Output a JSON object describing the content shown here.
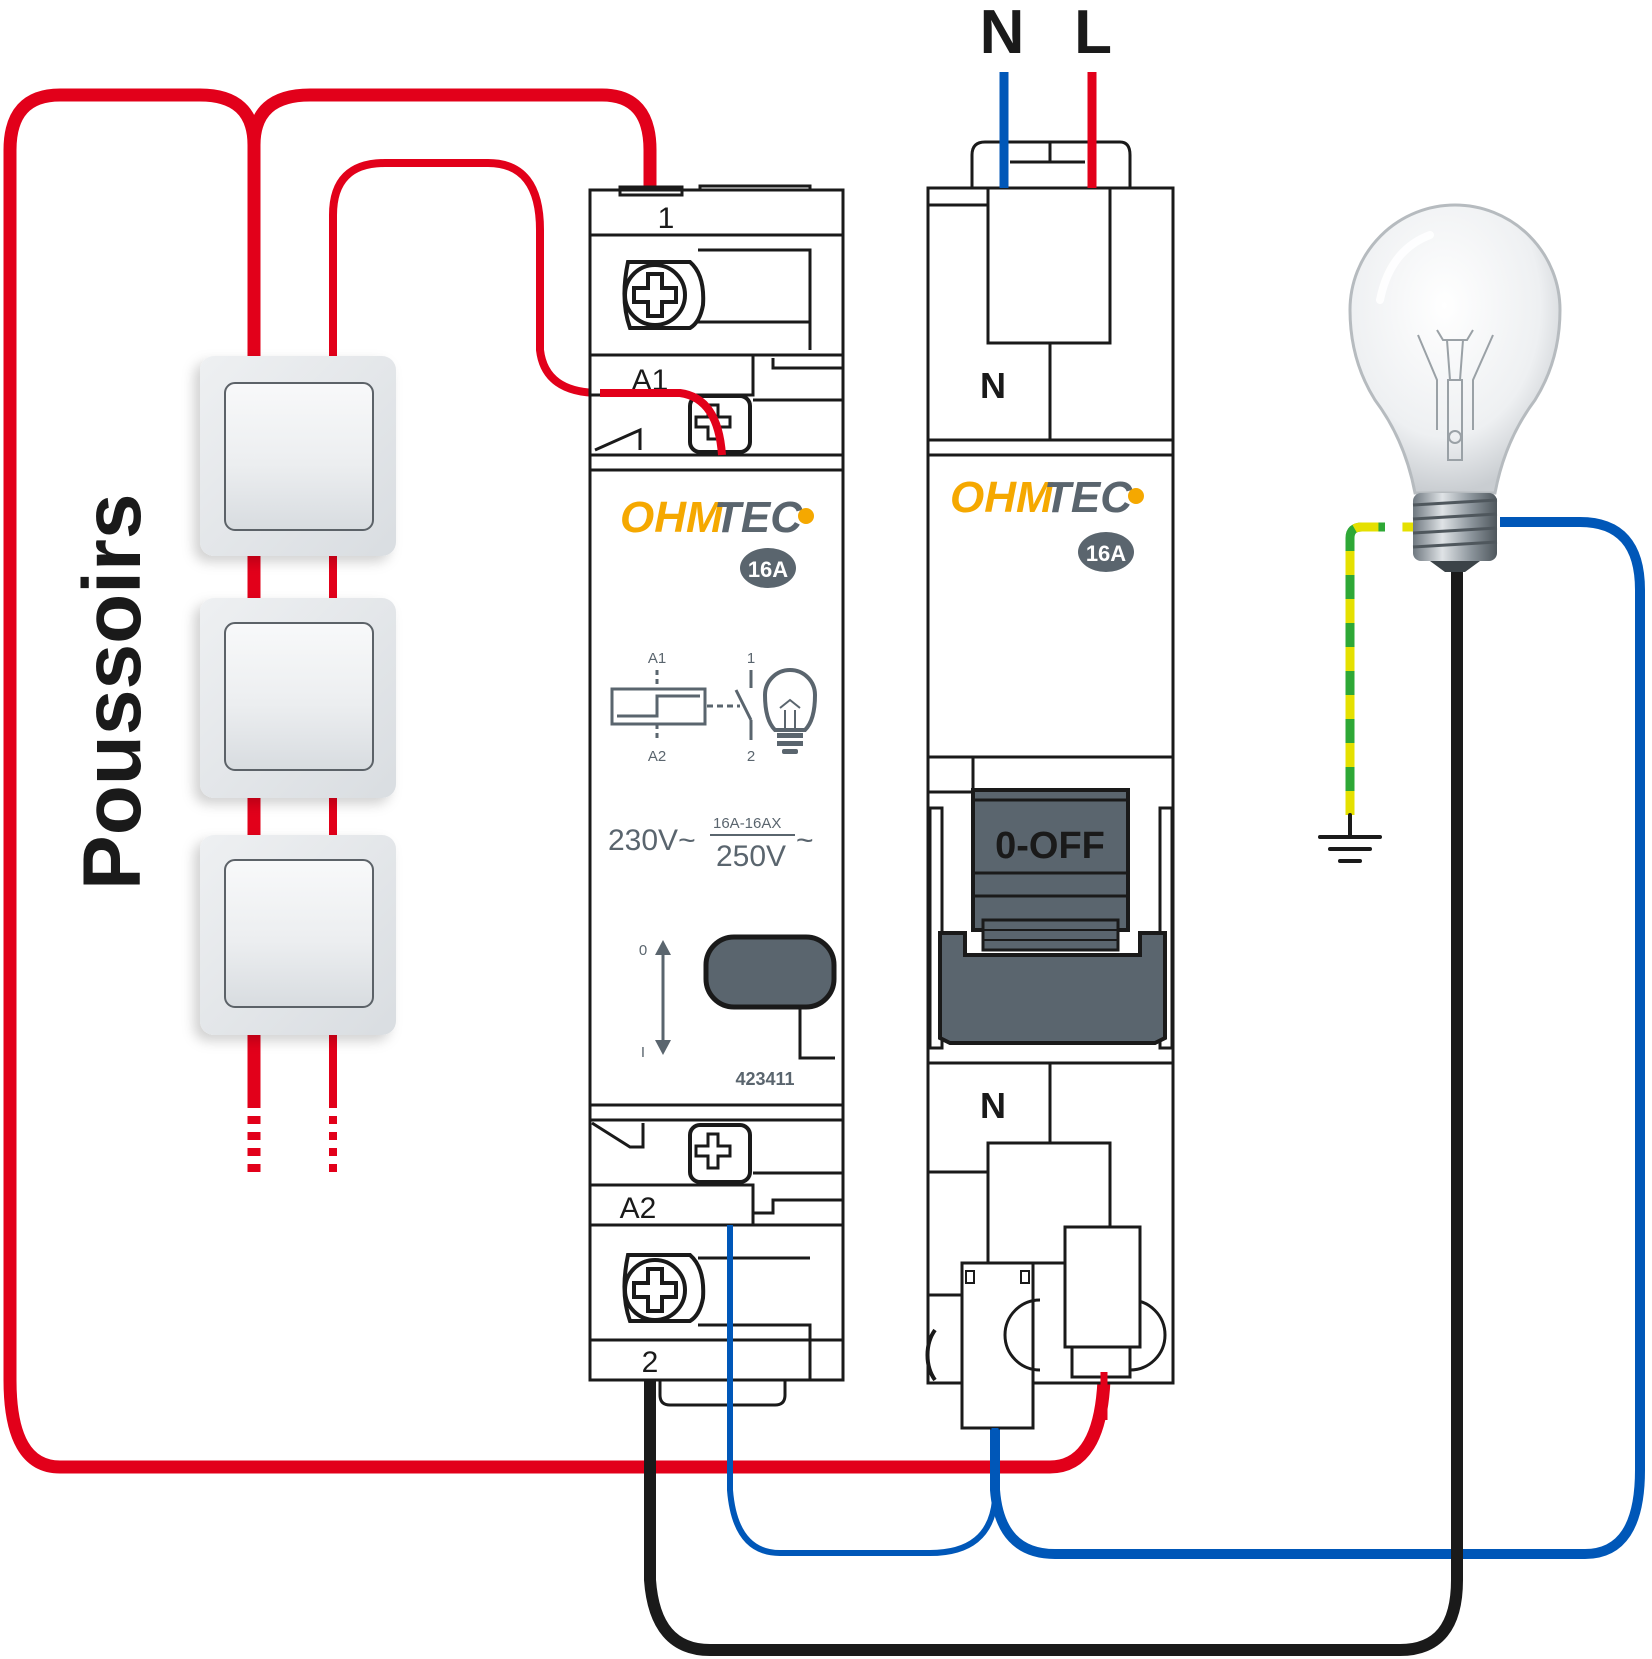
{
  "title": "Wiring diagram: impulse relay (télérupteur) with push buttons and circuit breaker",
  "colors": {
    "phase": "#e2001a",
    "neutral": "#0057b8",
    "return": "#1a1a1a",
    "earth_green": "#2ea836",
    "earth_yellow": "#e5e000",
    "brand_orange": "#f5a800",
    "brand_grey": "#5a656e"
  },
  "supply": {
    "neutral_label": "N",
    "live_label": "L"
  },
  "pushbuttons": {
    "label": "Poussoirs",
    "count": 3
  },
  "relay": {
    "brand_part1": "OHM",
    "brand_part2": "TEC",
    "rating_badge": "16A",
    "terminal_top": "1",
    "terminal_a1": "A1",
    "terminal_a2": "A2",
    "terminal_bottom": "2",
    "symbol_a1": "A1",
    "symbol_a2": "A2",
    "symbol_1": "1",
    "symbol_2": "2",
    "voltage": "230V~",
    "contact_rating": "16A-16AX",
    "contact_voltage": "250V",
    "tilde": "~",
    "switch_pos_0": "0",
    "switch_pos_1": "I",
    "part_number": "423411"
  },
  "breaker": {
    "brand_part1": "OHM",
    "brand_part2": "TEC",
    "rating_badge": "16A",
    "neutral_top": "N",
    "neutral_bottom": "N",
    "toggle_label": "0-OFF"
  },
  "lamp": {
    "name": "incandescent bulb"
  },
  "earth": {
    "name": "ground symbol"
  }
}
